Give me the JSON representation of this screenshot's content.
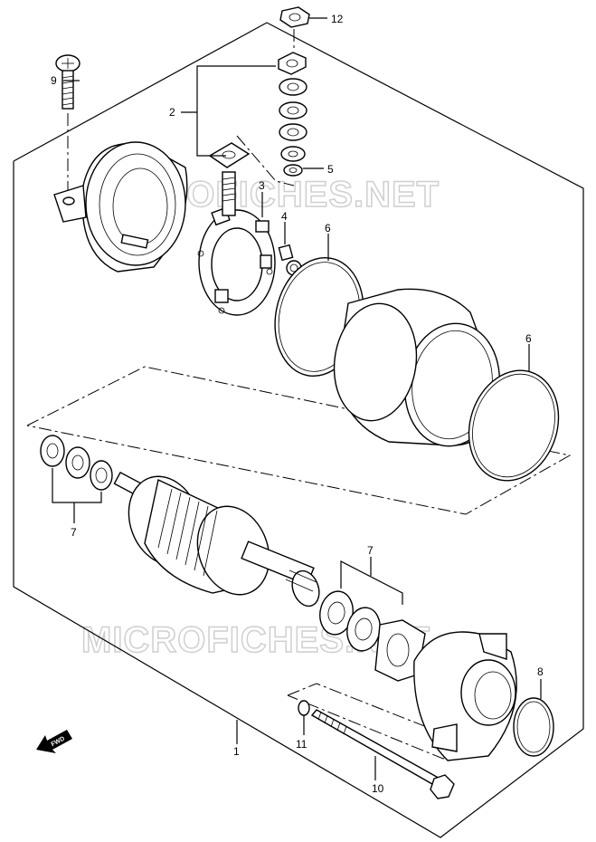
{
  "watermarks": [
    "MICROFICHES.NET",
    "MICROFICHES.NET"
  ],
  "fwd_label": "FWD",
  "callouts": [
    {
      "id": "c1",
      "text": "1"
    },
    {
      "id": "c2",
      "text": "2"
    },
    {
      "id": "c3",
      "text": "3"
    },
    {
      "id": "c4",
      "text": "4"
    },
    {
      "id": "c5",
      "text": "5"
    },
    {
      "id": "c6a",
      "text": "6"
    },
    {
      "id": "c6b",
      "text": "6"
    },
    {
      "id": "c7a",
      "text": "7"
    },
    {
      "id": "c7b",
      "text": "7"
    },
    {
      "id": "c8",
      "text": "8"
    },
    {
      "id": "c9",
      "text": "9"
    },
    {
      "id": "c10",
      "text": "10"
    },
    {
      "id": "c11",
      "text": "11"
    },
    {
      "id": "c12",
      "text": "12"
    }
  ]
}
